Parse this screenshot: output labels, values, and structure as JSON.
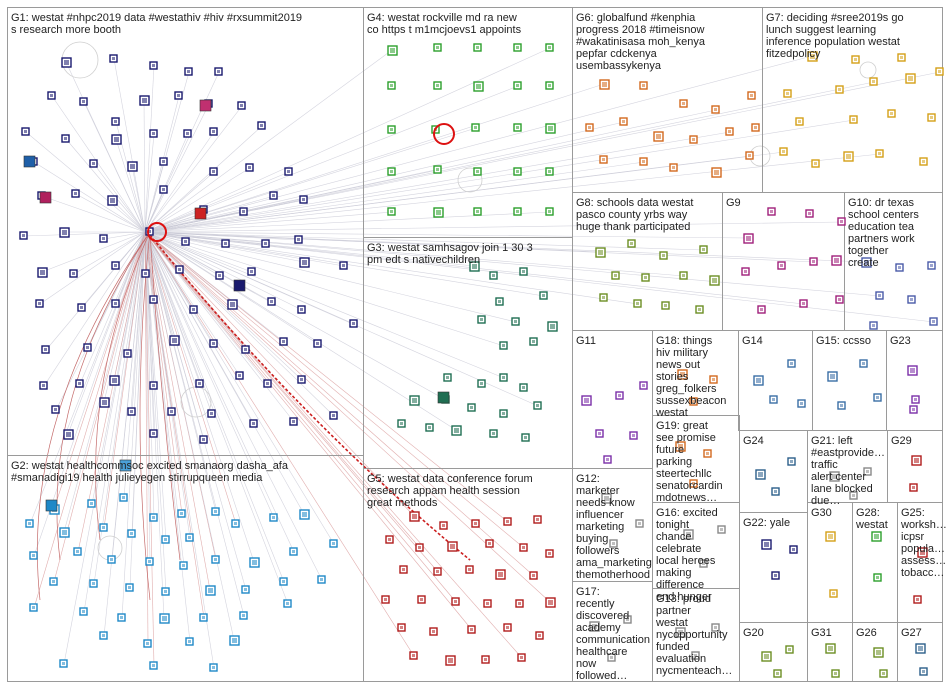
{
  "groups": [
    {
      "id": "G1",
      "label": "G1: westat #nhpc2019 data #westathiv #hiv #rxsummit2019 s research more booth",
      "color": "#1a1a6e"
    },
    {
      "id": "G2",
      "label": "G2: westat healthcommsoc excited smanaorg dasha_afa #smanadigi19 health julieyegen stirrupqueen media",
      "color": "#1e88c7"
    },
    {
      "id": "G3",
      "label": "G3: westat samhsagov join 1 30 3 pm edt s nativechildren",
      "color": "#1f6e52"
    },
    {
      "id": "G4",
      "label": "G4: westat rockville md ra new co https t m1mcjoevs1 appoints",
      "color": "#2ca02c"
    },
    {
      "id": "G5",
      "label": "G5: westat data conference forum research appam health session great methods",
      "color": "#b01c1c"
    },
    {
      "id": "G6",
      "label": "G6: globalfund #kenphia progress 2018 #timeisnow #wakatinisasa moh_kenya pepfar cdckenya usembassykenya",
      "color": "#d2691e"
    },
    {
      "id": "G7",
      "label": "G7: deciding #sree2019s go lunch suggest learning inference population westat fitzedpolicy",
      "color": "#d4a017"
    },
    {
      "id": "G8",
      "label": "G8: schools data westat pasco county yrbs way huge thank participated",
      "color": "#6b8e23"
    },
    {
      "id": "G9",
      "label": "G9",
      "color": "#a0207a"
    },
    {
      "id": "G10",
      "label": "G10: dr texas school centers education tea partners work together create",
      "color": "#4a5aa8"
    },
    {
      "id": "G11",
      "label": "G11",
      "color": "#7b2fa8"
    },
    {
      "id": "G12",
      "label": "G12: marketer needs know influencer marketing buying followers ama_marketing themotherhood",
      "color": "#888888"
    },
    {
      "id": "G13",
      "label": "G13: proud partner westat nycopportunity funded evaluation nycmenteach…",
      "color": "#888888"
    },
    {
      "id": "G14",
      "label": "G14",
      "color": "#3a6ea5"
    },
    {
      "id": "G15",
      "label": "G15: ccsso",
      "color": "#3a6ea5"
    },
    {
      "id": "G16",
      "label": "G16: excited tonight chance celebrate local heroes making difference end hunger",
      "color": "#888888"
    },
    {
      "id": "G17",
      "label": "G17: recently discovered academy communication healthcare now followed…",
      "color": "#888888"
    },
    {
      "id": "G18",
      "label": "G18: things hiv military news out stories greg_folkers sussexbeacon westat",
      "color": "#d2691e"
    },
    {
      "id": "G19",
      "label": "G19: great see promise future parking steertechllc senatorcardin mdotnews…",
      "color": "#d2691e"
    },
    {
      "id": "G20",
      "label": "G20",
      "color": "#6b8e23"
    },
    {
      "id": "G21",
      "label": "G21: left #eastprovide… traffic alert center lane blocked due…",
      "color": "#888888"
    },
    {
      "id": "G22",
      "label": "G22: yale",
      "color": "#1a1a6e"
    },
    {
      "id": "G23",
      "label": "G23",
      "color": "#7b2fa8"
    },
    {
      "id": "G24",
      "label": "G24",
      "color": "#2c5f8a"
    },
    {
      "id": "G25",
      "label": "G25: worksh… icpsr popula… assess… tobacc…",
      "color": "#b01c1c"
    },
    {
      "id": "G26",
      "label": "G26",
      "color": "#6b8e23"
    },
    {
      "id": "G27",
      "label": "G27",
      "color": "#2c5f8a"
    },
    {
      "id": "G28",
      "label": "G28: westat",
      "color": "#2ca02c"
    },
    {
      "id": "G29",
      "label": "G29",
      "color": "#b01c1c"
    },
    {
      "id": "G30",
      "label": "G30",
      "color": "#d4a017"
    },
    {
      "id": "G31",
      "label": "G31",
      "color": "#6b8e23"
    }
  ]
}
